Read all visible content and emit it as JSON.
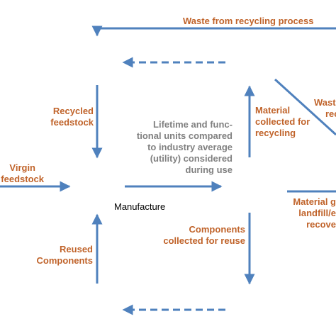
{
  "labels": {
    "waste_recycling": "Waste from recycling process",
    "recycled_feedstock": [
      "Recycled",
      "feedstock"
    ],
    "lifetime": [
      "Lifetime and func-",
      "tional units compared",
      "to industry average",
      "(utility) considered",
      "during use"
    ],
    "material_recycling": [
      "Material",
      "collected for",
      "recycling"
    ],
    "waste_right": [
      "Waste",
      "rec"
    ],
    "virgin_feedstock": [
      "Virgin",
      "feedstock"
    ],
    "manufacture": "Manufacture",
    "material_landfill": [
      "Material g",
      "landfill/e",
      "recove"
    ],
    "reused_components": [
      "Reused",
      "Components"
    ],
    "components_reuse": [
      "Components",
      "collected for reuse"
    ]
  },
  "colors": {
    "arrow": "#4f81bd",
    "label_orange": "#c0632a",
    "label_grey": "#808080"
  }
}
